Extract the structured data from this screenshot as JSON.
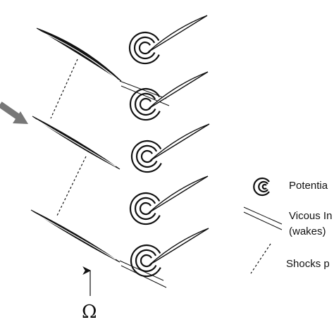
{
  "legend": {
    "potential_label": "Potentia",
    "viscous_label_line1": "Vicous In",
    "viscous_label_line2": "(wakes)",
    "shocks_label": "Shocks p"
  },
  "rotation_symbol": "Ω",
  "colors": {
    "ink": "#111111",
    "inflow_arrow": "#777777",
    "background": "#ffffff"
  },
  "icons": [
    "inflow-arrow-icon",
    "potential-interaction-icon",
    "viscous-wake-icon",
    "shock-dashed-icon",
    "rotation-arrow-icon"
  ]
}
